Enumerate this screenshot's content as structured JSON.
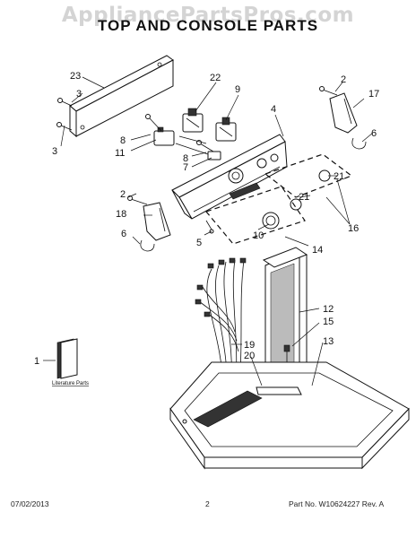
{
  "watermark": "AppliancePartsPros.com",
  "title": "TOP AND CONSOLE PARTS",
  "labels": {
    "l23": "23",
    "l3a": "3",
    "l3b": "3",
    "l22": "22",
    "l9": "9",
    "l8a": "8",
    "l11": "11",
    "l8b": "8",
    "l7": "7",
    "l4": "4",
    "l2a": "2",
    "l17": "17",
    "l6a": "6",
    "l21a": "21",
    "l21b": "21",
    "l16": "16",
    "l2b": "2",
    "l18": "18",
    "l6b": "6",
    "l5": "5",
    "l10": "10",
    "l14": "14",
    "l12": "12",
    "l15": "15",
    "l13": "13",
    "l19": "19",
    "l20": "20",
    "l1": "1"
  },
  "literature_label": "Literature Parts",
  "footer": {
    "date": "07/02/2013",
    "page": "2",
    "part_no": "Part No. W10624227  Rev. A"
  }
}
